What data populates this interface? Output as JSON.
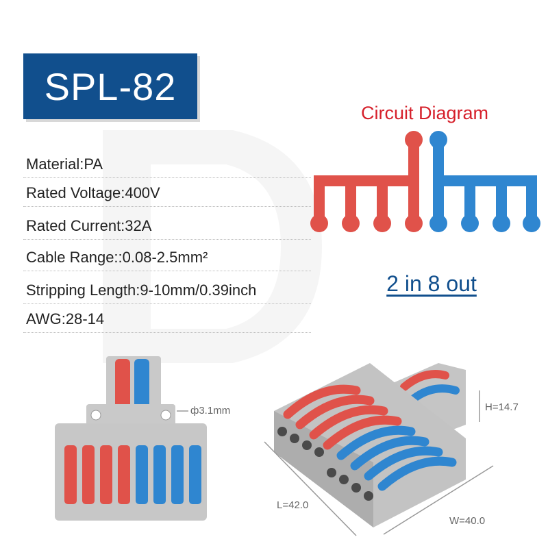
{
  "model": "SPL-82",
  "specs": {
    "material": "Material:PA",
    "voltage": "Rated Voltage:400V",
    "current": "Rated Current:32A",
    "cable_range": "Cable Range::0.08-2.5mm²",
    "stripping": "Stripping Length:9-10mm/0.39inch",
    "awg": "AWG:28-14"
  },
  "circuit": {
    "title": "Circuit Diagram",
    "io_text": "2 in 8 out"
  },
  "dimensions": {
    "hole": "ф3.1mm",
    "height": "H=14.7",
    "length": "L=42.0",
    "width": "W=40.0"
  },
  "colors": {
    "brand_blue": "#114f8d",
    "red": "#e0524a",
    "blue": "#2f86d0",
    "title_red": "#d6202b",
    "body_gray": "#c7c7c7"
  }
}
